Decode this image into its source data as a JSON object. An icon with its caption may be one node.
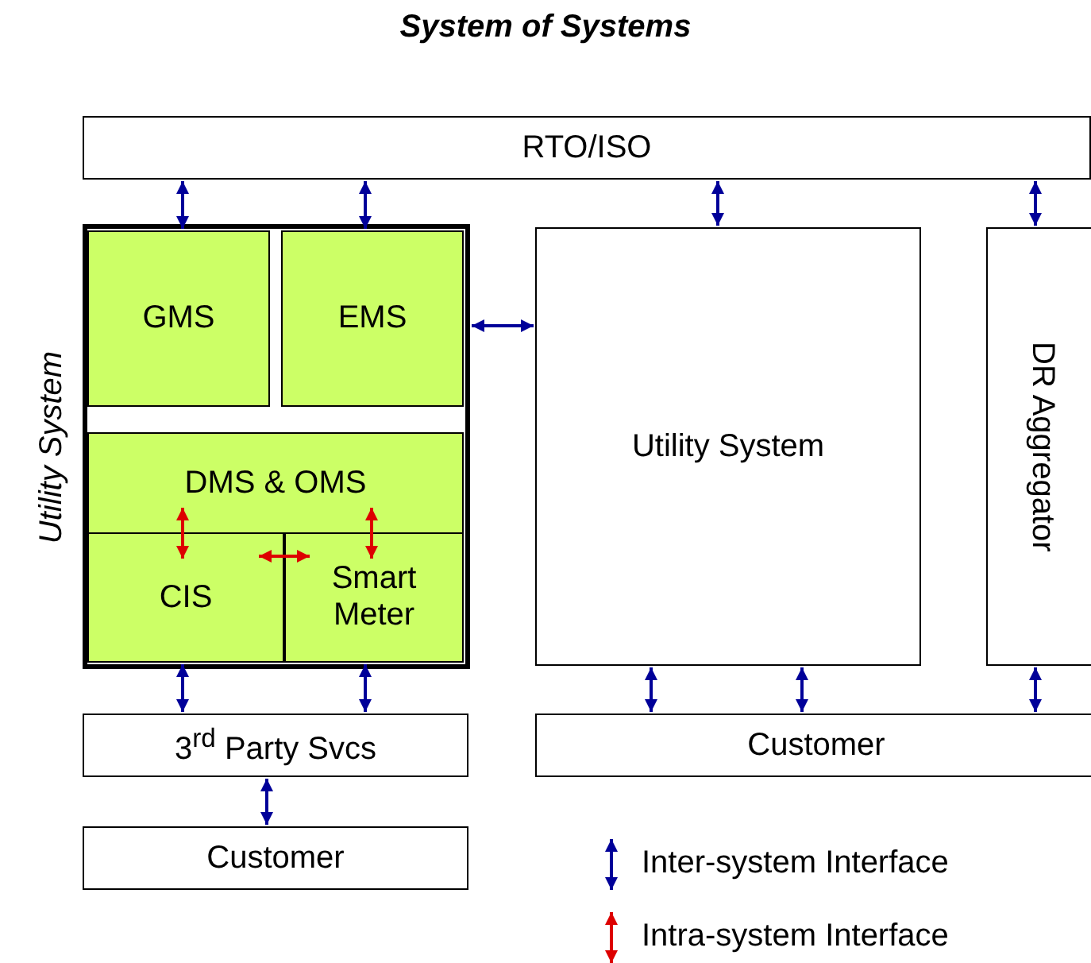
{
  "diagram": {
    "title": "System of Systems",
    "nodes": [
      {
        "text": [
          "RTO/ISO"
        ]
      },
      {
        "text": [
          "Utility System"
        ]
      },
      {
        "text": [
          "GMS"
        ],
        "in": 1
      },
      {
        "text": [
          "EMS"
        ],
        "in": 1
      },
      {
        "text": [
          "DMS & OMS"
        ],
        "in": 1
      },
      {
        "text": [
          "CIS"
        ],
        "in": 1
      },
      {
        "text": [
          "Smart Meter"
        ],
        "in": 1
      },
      {
        "text": [
          "Utility System"
        ]
      },
      {
        "text": [
          "DR Aggregator"
        ]
      },
      {
        "text": [
          "3$^{rd}$ Party Svcs"
        ]
      },
      {
        "text": [
          "Customer"
        ]
      },
      {
        "text": [
          "Customer"
        ]
      }
    ],
    "edges": [
      {
        "from": 0,
        "to": 2,
        "arrow": "both"
      },
      {
        "from": 0,
        "to": 3,
        "arrow": "both"
      },
      {
        "from": 0,
        "to": 7,
        "arrow": "both"
      },
      {
        "from": 0,
        "to": 8,
        "arrow": "both"
      },
      {
        "from": 1,
        "to": 7,
        "arrow": "both"
      },
      {
        "from": 5,
        "to": 9,
        "arrow": "both"
      },
      {
        "from": 6,
        "to": 9,
        "arrow": "both"
      },
      {
        "from": 9,
        "to": 10,
        "arrow": "both"
      },
      {
        "from": 7,
        "to": 11,
        "arrow": "both"
      },
      {
        "from": 7,
        "to": 11,
        "arrow": "both"
      },
      {
        "from": 8,
        "to": 11,
        "arrow": "both"
      },
      {
        "from": 4,
        "to": 5,
        "arrow": "both",
        "color": "#dd0000"
      },
      {
        "from": 4,
        "to": 6,
        "arrow": "both",
        "color": "#dd0000"
      },
      {
        "from": 5,
        "to": 6,
        "arrow": "both",
        "color": "#dd0000"
      }
    ],
    "legend": [
      {
        "text": "Inter-system Interface"
      },
      {
        "text": "Intra-system Interface"
      }
    ]
  }
}
